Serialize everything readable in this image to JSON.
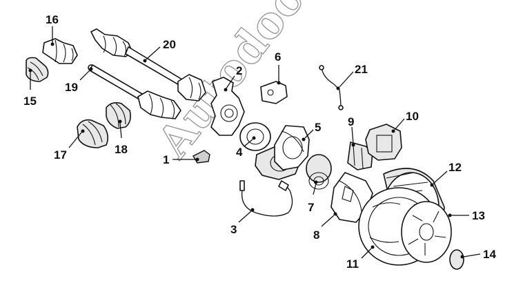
{
  "watermark": "Autodoc",
  "callouts": [
    {
      "id": "1",
      "text": "1"
    },
    {
      "id": "2",
      "text": "2"
    },
    {
      "id": "3",
      "text": "3"
    },
    {
      "id": "4",
      "text": "4"
    },
    {
      "id": "5",
      "text": "5"
    },
    {
      "id": "6",
      "text": "6"
    },
    {
      "id": "7",
      "text": "7"
    },
    {
      "id": "8",
      "text": "8"
    },
    {
      "id": "9",
      "text": "9"
    },
    {
      "id": "10",
      "text": "10"
    },
    {
      "id": "11",
      "text": "11"
    },
    {
      "id": "12",
      "text": "12"
    },
    {
      "id": "13",
      "text": "13"
    },
    {
      "id": "14",
      "text": "14"
    },
    {
      "id": "15",
      "text": "15"
    },
    {
      "id": "16",
      "text": "16"
    },
    {
      "id": "17",
      "text": "17"
    },
    {
      "id": "18",
      "text": "18"
    },
    {
      "id": "19",
      "text": "19"
    },
    {
      "id": "20",
      "text": "20"
    },
    {
      "id": "21",
      "text": "21"
    }
  ]
}
